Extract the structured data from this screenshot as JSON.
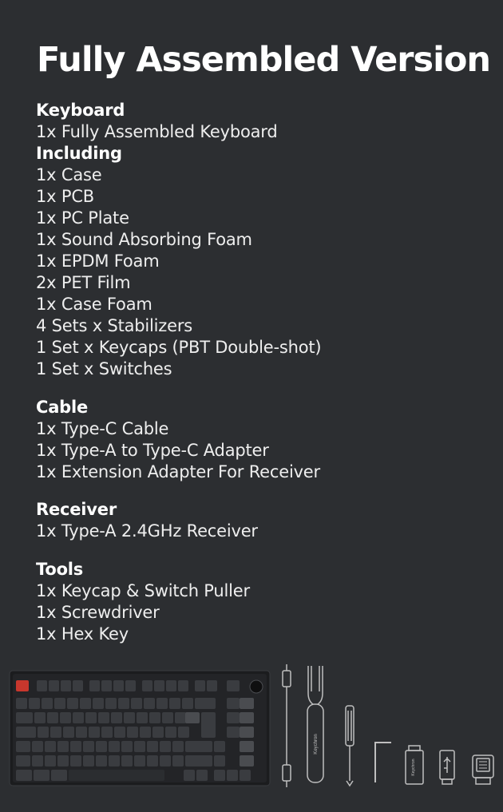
{
  "title": "Fully Assembled Version",
  "sections": [
    {
      "heading": "Keyboard",
      "items": [
        "1x Fully Assembled Keyboard"
      ],
      "subheading": "Including",
      "subitems": [
        "1x Case",
        "1x PCB",
        "1x PC Plate",
        "1x Sound Absorbing Foam",
        "1x EPDM Foam",
        "2x PET Film",
        "1x Case Foam",
        "4 Sets x Stabilizers",
        "1 Set x Keycaps (PBT Double-shot)",
        "1 Set x Switches"
      ]
    },
    {
      "heading": "Cable",
      "items": [
        "1x Type-C Cable",
        "1x Type-A to Type-C Adapter",
        "1x Extension Adapter For Receiver"
      ]
    },
    {
      "heading": "Receiver",
      "items": [
        "1x Type-A 2.4GHz Receiver"
      ]
    },
    {
      "heading": "Tools",
      "items": [
        "1x Keycap & Switch Puller",
        "1x Screwdriver",
        "1x Hex Key"
      ]
    }
  ],
  "product_images": {
    "icons": [
      "keyboard-image",
      "cable-image",
      "puller-image",
      "screwdriver-image",
      "hex-key-image",
      "adapter-image",
      "receiver-image"
    ],
    "brand_on_tools": "Keychron",
    "colors": {
      "background": "#2c2e31",
      "keyboard": "#1b1c1e",
      "accent_key": "#c8372d"
    }
  }
}
